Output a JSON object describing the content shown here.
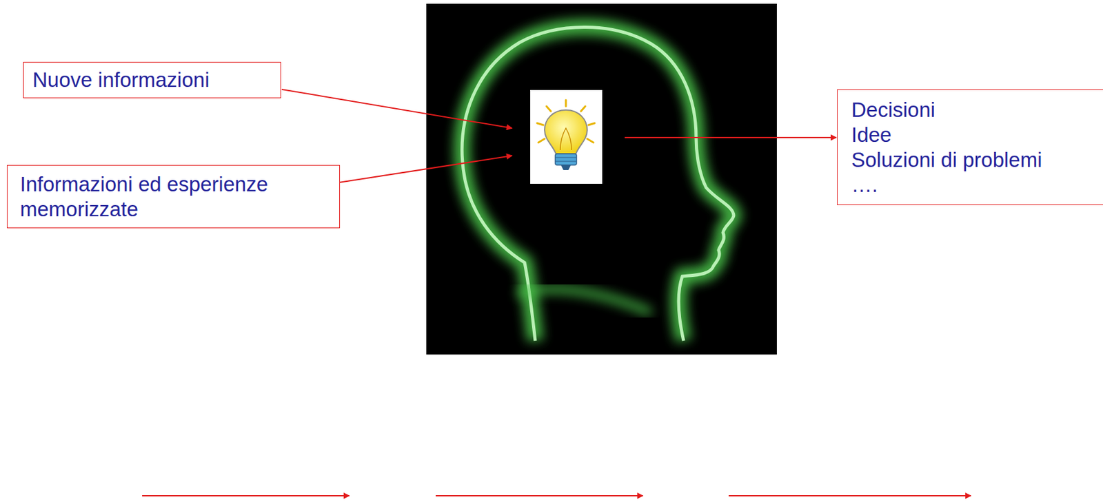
{
  "diagram": {
    "nodes": [
      {
        "text": [
          "Nuove informazioni"
        ]
      },
      {
        "text": [
          "Informazioni ed esperienze memorizzate"
        ]
      },
      {
        "text": [
          "Decisioni",
          "Idee",
          "Soluzioni di problemi",
          "…."
        ]
      }
    ]
  }
}
